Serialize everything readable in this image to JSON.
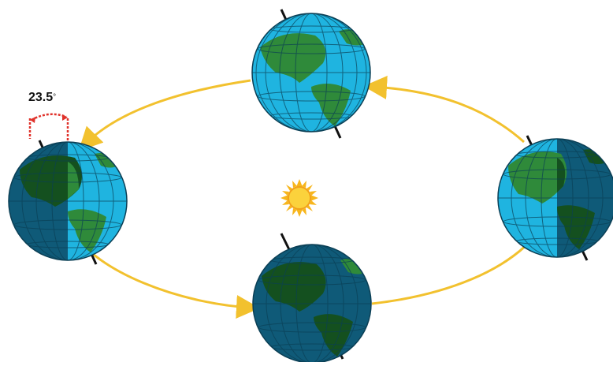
{
  "diagram": {
    "tilt_angle": "23.5",
    "tilt_unit": "°",
    "globes": [
      {
        "name": "top",
        "lit_side": "full"
      },
      {
        "name": "left",
        "lit_side": "right-half"
      },
      {
        "name": "right",
        "lit_side": "left-half"
      },
      {
        "name": "bottom",
        "lit_side": "none"
      }
    ],
    "colors": {
      "ocean_lit": "#1fb4e0",
      "ocean_dark": "#0f5a78",
      "land_lit": "#2f8a3a",
      "land_dark": "#14501f",
      "orbit": "#f2c12e",
      "sun": "#f7b61c",
      "tilt_marker": "#e0322b"
    }
  }
}
